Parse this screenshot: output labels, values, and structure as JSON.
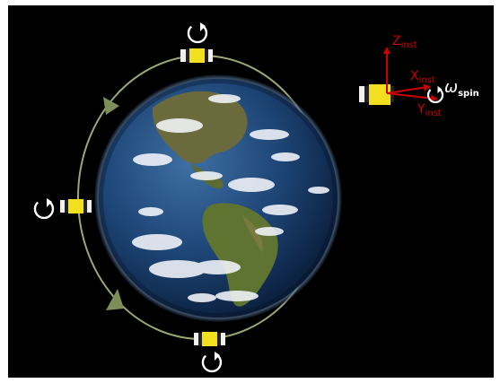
{
  "colors": {
    "background": "#000000",
    "frame": "#ffffff",
    "orbit": "#9aa876",
    "axis": "#cc0000",
    "satellite_body": "#f2e020",
    "spin_arrow": "#ffffff"
  },
  "frame_labels": {
    "z_axis": "Z",
    "z_sub": "inst",
    "x_axis": "X",
    "x_sub": "inst",
    "y_axis": "Y",
    "y_sub": "inst",
    "omega": "ω",
    "omega_sub": "spin"
  },
  "satellites": [
    "top",
    "left",
    "bottom",
    "inset"
  ],
  "orbit_arrows": [
    "upper-left",
    "lower-left"
  ],
  "icons": [
    "earth-globe",
    "spin-arrow-icon",
    "satellite-icon"
  ]
}
